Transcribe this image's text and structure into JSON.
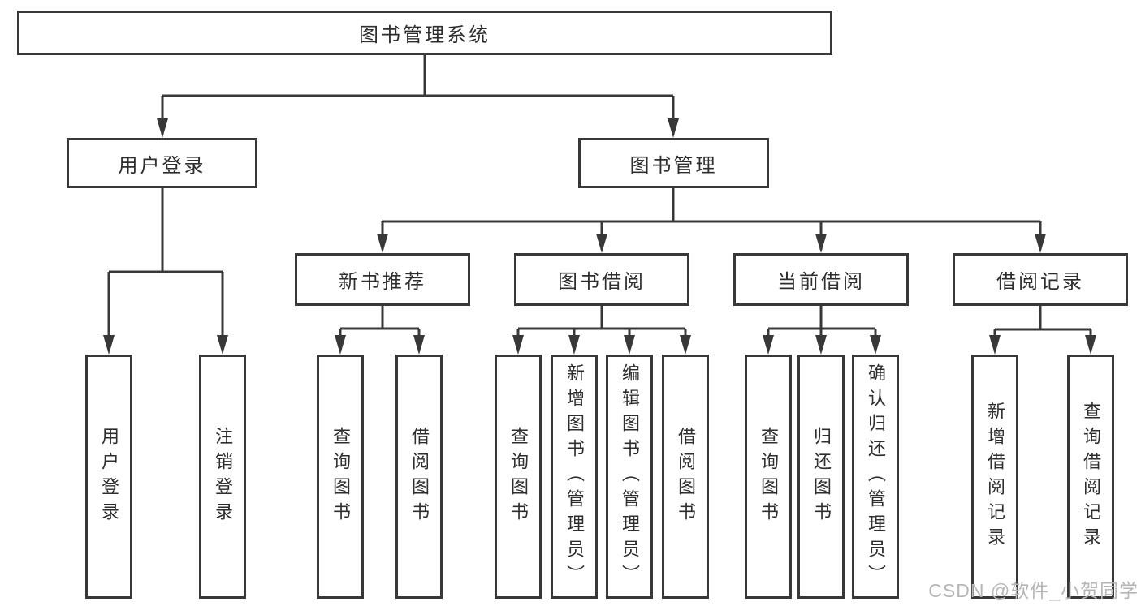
{
  "diagram": {
    "root": {
      "label": "图书管理系统"
    },
    "level2": {
      "user_login": {
        "label": "用户登录"
      },
      "book_management": {
        "label": "图书管理"
      }
    },
    "level3": {
      "new_books": {
        "label": "新书推荐"
      },
      "book_borrowing": {
        "label": "图书借阅"
      },
      "current_borrowing": {
        "label": "当前借阅"
      },
      "borrowing_records": {
        "label": "借阅记录"
      }
    },
    "leaves": {
      "user_login": [
        "用户登录",
        "注销登录"
      ],
      "new_books": [
        "查询图书",
        "借阅图书"
      ],
      "book_borrowing": [
        "查询图书",
        "新增图书（管理员）",
        "编辑图书（管理员）",
        "借阅图书"
      ],
      "current_borrowing": [
        "查询图书",
        "归还图书",
        "确认归还（管理员）"
      ],
      "borrowing_records": [
        "新增借阅记录",
        "查询借阅记录"
      ]
    }
  },
  "watermark": {
    "text": "CSDN @软件_小贺同学"
  },
  "colors": {
    "line": "#383838",
    "box_background": "#ffffff",
    "text": "#2e2e2e",
    "watermark": "#b6b6b6"
  }
}
